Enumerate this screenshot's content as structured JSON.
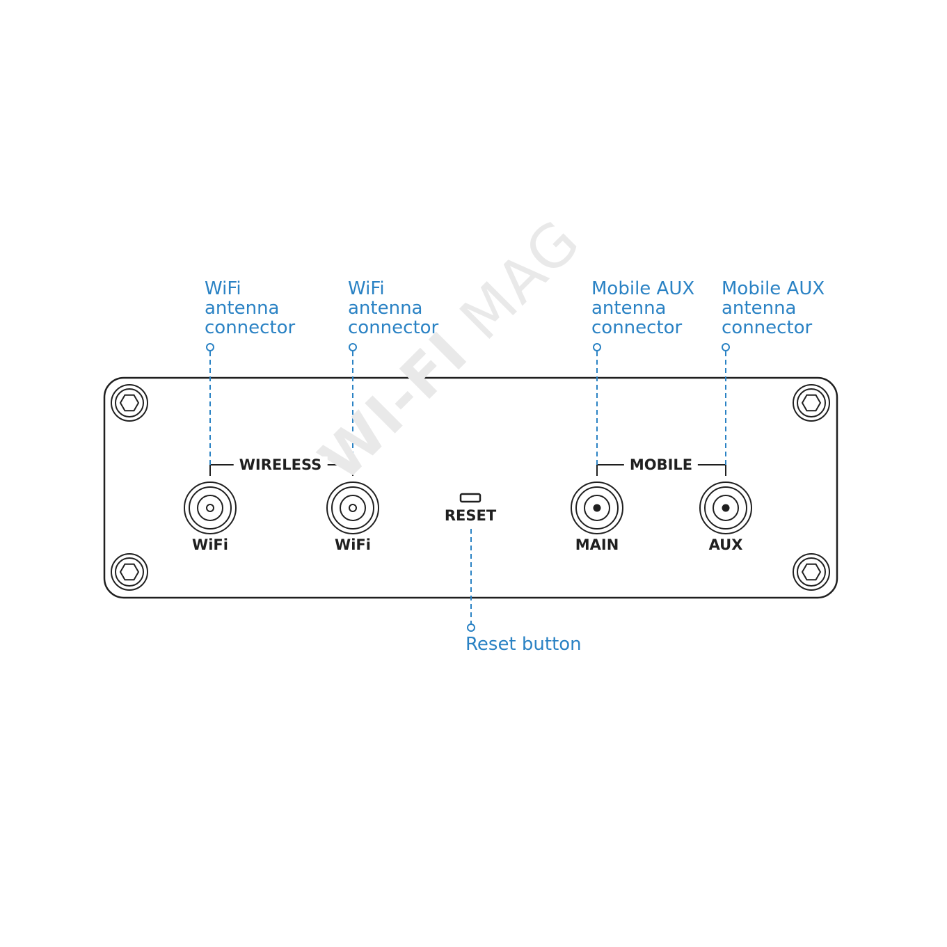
{
  "callouts": {
    "wifi1": [
      "WiFi",
      "antenna",
      "connector"
    ],
    "wifi2": [
      "WiFi",
      "antenna",
      "connector"
    ],
    "mobile_main": [
      "Mobile AUX",
      "antenna",
      "connector"
    ],
    "mobile_aux": [
      "Mobile AUX",
      "antenna",
      "connector"
    ],
    "reset": "Reset button"
  },
  "panel": {
    "group_wireless": "WIRELESS",
    "group_mobile": "MOBILE",
    "connector_wifi1": "WiFi",
    "connector_wifi2": "WiFi",
    "reset_label": "RESET",
    "connector_main": "MAIN",
    "connector_aux": "AUX"
  },
  "watermark": {
    "bold_part": "WI-FI",
    "light_part": "MAG"
  },
  "colors": {
    "callout_blue": "#2a82c4",
    "outline": "#1f1f1f",
    "watermark": "#e9e9e9"
  }
}
